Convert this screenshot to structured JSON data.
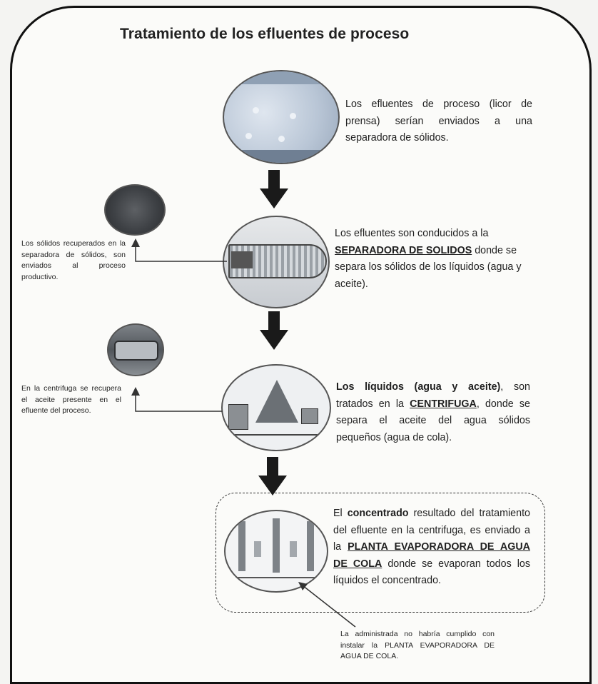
{
  "title": "Tratamiento de los efluentes de proceso",
  "steps": {
    "s1": {
      "text": "Los efluentes de proceso (licor de prensa) serían enviados a una separadora de sólidos."
    },
    "s2": {
      "pre": "Los efluentes son conducidos a la ",
      "link": "SEPARADORA DE SOLIDOS",
      "post": " donde se separa los sólidos de los líquidos (agua y aceite)."
    },
    "s3": {
      "strong": "Los líquidos (agua y aceite)",
      "pre": ", son tratados en la ",
      "link": "CENTRIFUGA",
      "post": ", donde se separa  el aceite del agua sólidos pequeños (agua de cola)."
    },
    "s4": {
      "pre1": "El ",
      "strong": "concentrado",
      "pre2": " resultado del tratamiento del efluente en la centrifuga, es enviado a la ",
      "link": "PLANTA EVAPORADORA DE AGUA DE COLA",
      "post": " donde se evaporan todos los líquidos el concentrado."
    }
  },
  "side_notes": {
    "solids": "Los sólidos recuperados en la separadora de sólidos, son enviados al proceso productivo.",
    "oil": "En la centrifuga se recupera el aceite presente en el efluente del proceso.",
    "compliance": "La administrada no habría cumplido con instalar la PLANTA EVAPORADORA DE AGUA DE COLA."
  },
  "colors": {
    "frame": "#111111",
    "arrow": "#1a1a1a",
    "text": "#1f1f1f"
  }
}
